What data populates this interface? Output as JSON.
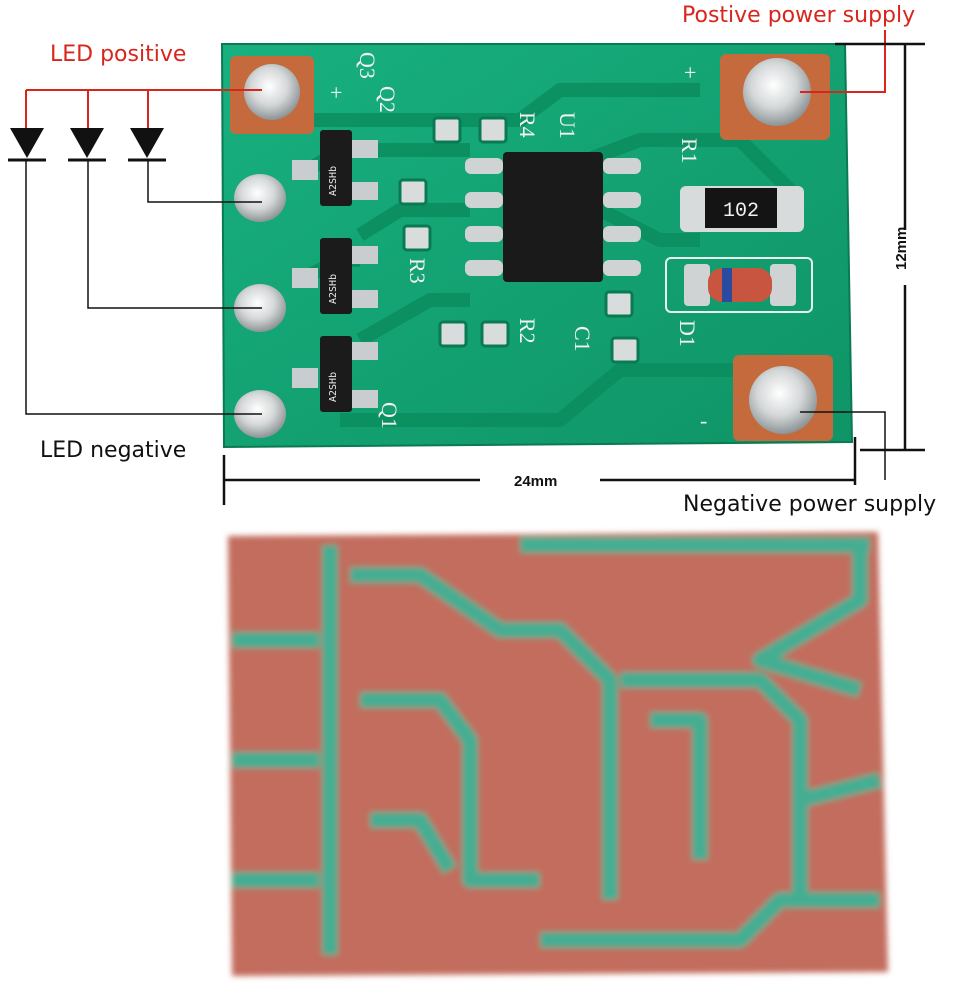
{
  "labels": {
    "led_positive": "LED positive",
    "positive_supply": "Postive power supply",
    "led_negative": "LED negative",
    "negative_supply": "Negative power supply",
    "width_dim": "24mm",
    "height_dim": "12mm"
  },
  "silkscreen": {
    "q3": "Q3",
    "q2": "Q2",
    "q1": "Q1",
    "u1": "U1",
    "r4": "R4",
    "r1": "R1",
    "r3": "R3",
    "r2": "R2",
    "c1": "C1",
    "d1": "D1",
    "plus_left": "+",
    "plus_right": "+",
    "minus": "-",
    "resistor_code": "102",
    "transistor_mark": "A2SHb"
  },
  "colors": {
    "board": "#14a374",
    "board_dark": "#0c8a5e",
    "copper_back": "#c06a5a",
    "annotation_red": "#d9261c"
  }
}
